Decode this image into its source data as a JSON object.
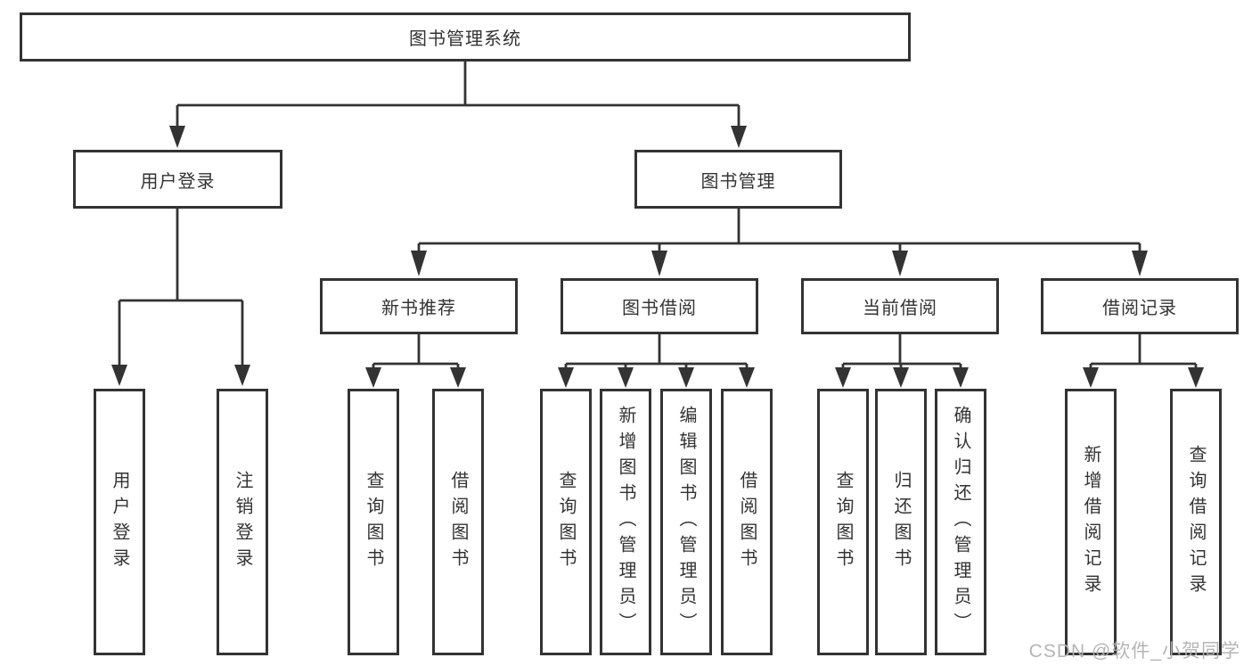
{
  "diagram": {
    "root": {
      "label": "图书管理系统"
    },
    "branches": [
      {
        "label": "用户登录",
        "children": [
          {
            "label": "用户登录"
          },
          {
            "label": "注销登录"
          }
        ]
      },
      {
        "label": "图书管理",
        "children": [
          {
            "label": "新书推荐",
            "children": [
              {
                "label": "查询图书"
              },
              {
                "label": "借阅图书"
              }
            ]
          },
          {
            "label": "图书借阅",
            "children": [
              {
                "label": "查询图书"
              },
              {
                "label": "新增图书（管理员）"
              },
              {
                "label": "编辑图书（管理员）"
              },
              {
                "label": "借阅图书"
              }
            ]
          },
          {
            "label": "当前借阅",
            "children": [
              {
                "label": "查询图书"
              },
              {
                "label": "归还图书"
              },
              {
                "label": "确认归还（管理员）"
              }
            ]
          },
          {
            "label": "借阅记录",
            "children": [
              {
                "label": "新增借阅记录"
              },
              {
                "label": "查询借阅记录"
              }
            ]
          }
        ]
      }
    ]
  },
  "watermark": {
    "text": "CSDN @软件_小贺同学"
  },
  "colors": {
    "line": "#333333",
    "text": "#333333",
    "background": "#ffffff",
    "watermark": "#b2b2b2"
  }
}
